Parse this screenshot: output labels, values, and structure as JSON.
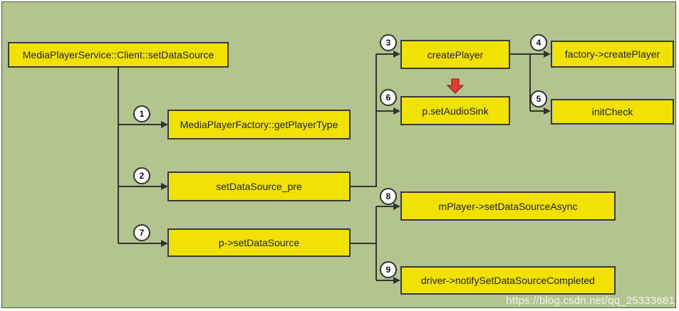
{
  "nodes": {
    "client_set_data_source": "MediaPlayerService::Client::setDataSource",
    "get_player_type": "MediaPlayerFactory::getPlayerType",
    "set_data_source_pre": "setDataSource_pre",
    "p_set_data_source": "p->setDataSource",
    "create_player": "createPlayer",
    "factory_create_player": "factory->createPlayer",
    "init_check": "initCheck",
    "set_audio_sink": "p.setAudioSink",
    "set_data_source_async": "mPlayer->setDataSourceAsync",
    "notify_completed": "driver->notifySetDataSourceCompleted"
  },
  "steps": [
    "1",
    "2",
    "3",
    "4",
    "5",
    "6",
    "7",
    "8",
    "9"
  ],
  "watermark": "https://blog.csdn.net/qq_25333681",
  "colors": {
    "background": "#b3c48f",
    "box_fill": "#f2e203",
    "line": "#333333",
    "marker_arrow": "#e53935"
  }
}
